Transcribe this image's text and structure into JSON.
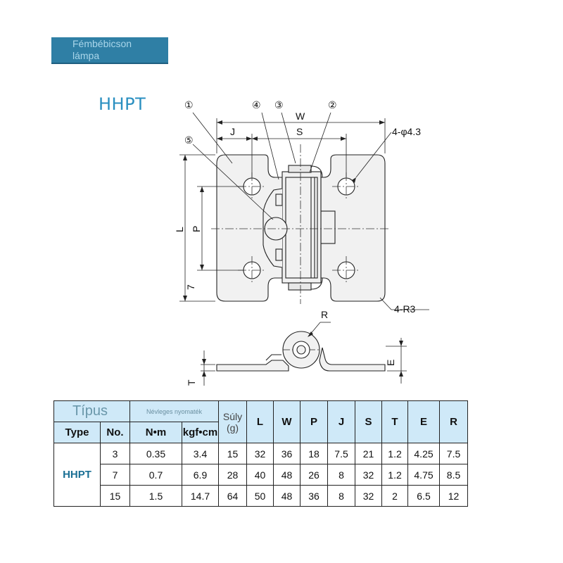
{
  "banner": {
    "line1": "Fémbébicson",
    "line2": "lámpa"
  },
  "model_title": "HHPT",
  "diagram": {
    "callouts": [
      "①",
      "②",
      "③",
      "④",
      "⑤"
    ],
    "dimensions": {
      "W": "W",
      "S": "S",
      "J": "J",
      "L": "L",
      "P": "P",
      "seven": "7",
      "hole_spec": "4-φ4.3",
      "radius_spec": "4-R3",
      "R": "R",
      "E": "E",
      "T": "T"
    }
  },
  "table": {
    "header_tipus": "Típus",
    "header_nevleges": "Névleges nyomaték",
    "header_suly": "Súly (g)",
    "header_type": "Type",
    "header_no": "No.",
    "header_nm": "N•m",
    "header_kgfcm": "kgf•cm",
    "dim_headers": [
      "L",
      "W",
      "P",
      "J",
      "S",
      "T",
      "E",
      "R"
    ],
    "type_name": "HHPT",
    "rows": [
      [
        "3",
        "0.35",
        "3.4",
        "15",
        "32",
        "36",
        "18",
        "7.5",
        "21",
        "1.2",
        "4.25",
        "7.5"
      ],
      [
        "7",
        "0.7",
        "6.9",
        "28",
        "40",
        "48",
        "26",
        "8",
        "32",
        "1.2",
        "4.75",
        "8.5"
      ],
      [
        "15",
        "1.5",
        "14.7",
        "64",
        "50",
        "48",
        "36",
        "8",
        "32",
        "2",
        "6.5",
        "12"
      ]
    ]
  }
}
